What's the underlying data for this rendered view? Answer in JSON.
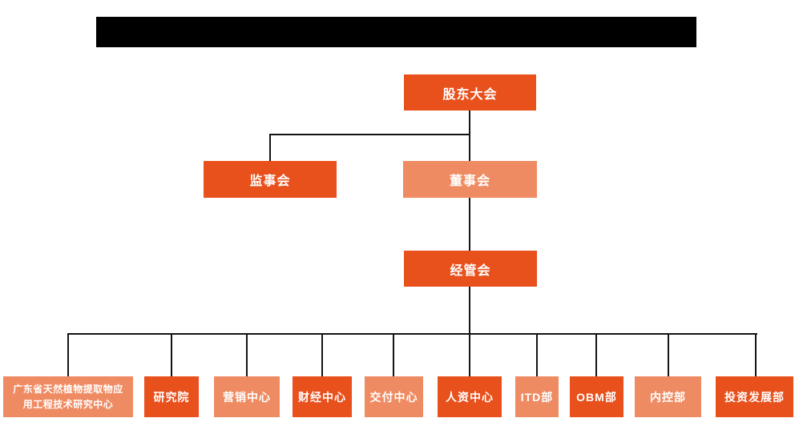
{
  "colors": {
    "primary": "#E8501C",
    "secondary": "#EF8B62",
    "connector": "#141414",
    "node_text": "#FFFFFF",
    "redacted_bar": "#000000"
  },
  "org_chart": {
    "top": {
      "label": "股东大会",
      "variant": "primary"
    },
    "row2": [
      {
        "label": "监事会",
        "variant": "primary"
      },
      {
        "label": "董事会",
        "variant": "secondary"
      }
    ],
    "row3": {
      "label": "经管会",
      "variant": "primary"
    },
    "departments": [
      {
        "label": "广东省天然植物提取物应用工程技术研究中心",
        "variant": "secondary"
      },
      {
        "label": "研究院",
        "variant": "primary"
      },
      {
        "label": "营销中心",
        "variant": "secondary"
      },
      {
        "label": "财经中心",
        "variant": "primary"
      },
      {
        "label": "交付中心",
        "variant": "secondary"
      },
      {
        "label": "人资中心",
        "variant": "primary"
      },
      {
        "label": "ITD部",
        "variant": "secondary"
      },
      {
        "label": "OBM部",
        "variant": "primary"
      },
      {
        "label": "内控部",
        "variant": "secondary"
      },
      {
        "label": "投资发展部",
        "variant": "primary"
      }
    ]
  }
}
